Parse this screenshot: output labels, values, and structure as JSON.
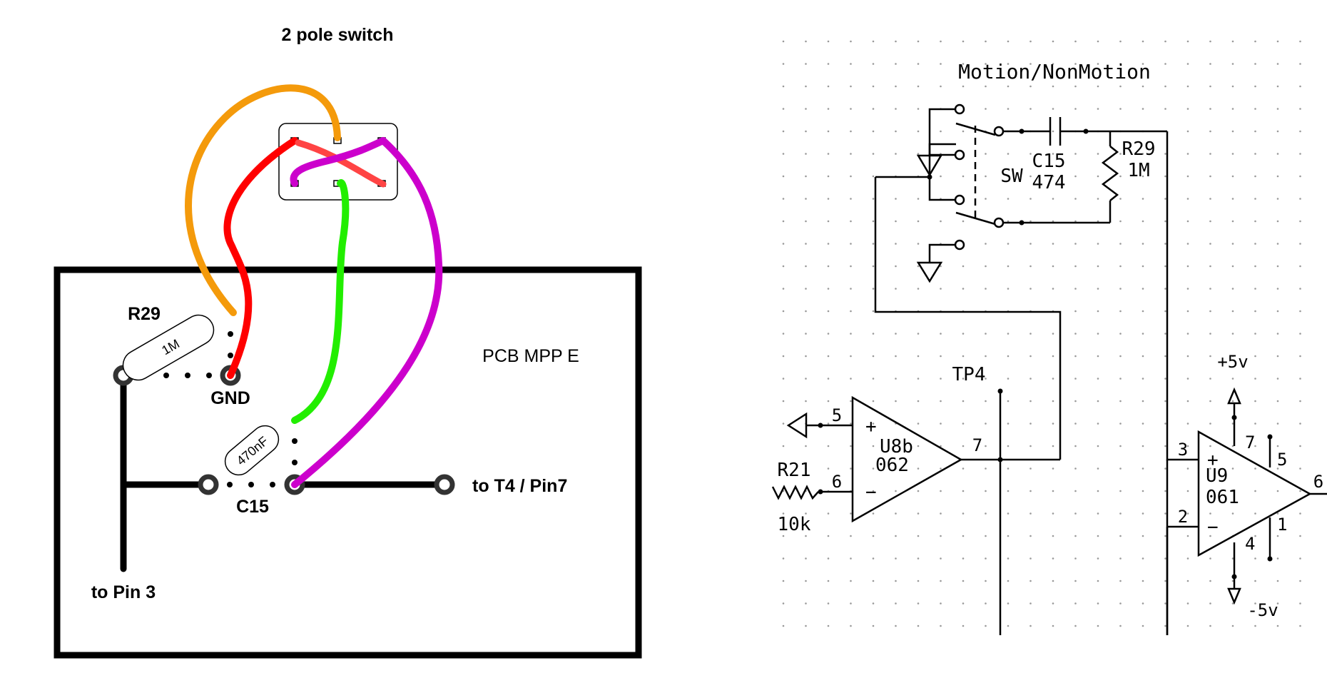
{
  "wiring": {
    "title": "2 pole switch",
    "pcb_label": "PCB MPP E",
    "r29_label": "R29",
    "r29_value": "1M",
    "c15_label": "C15",
    "c15_value": "470nF",
    "gnd_label": "GND",
    "to_pin3": "to Pin 3",
    "to_t4": "to T4 / Pin7",
    "wire_colors": {
      "orange": "#f49a0b",
      "red": "#ff0000",
      "green": "#22ee00",
      "purple": "#cc00cc",
      "pink_red": "#ff4444"
    }
  },
  "schematic": {
    "title": "Motion/NonMotion",
    "sw": "SW",
    "c15": "C15",
    "c15_value": "474",
    "r29": "R29",
    "r29_value": "1M",
    "tp4": "TP4",
    "u8_name": "U8b",
    "u8_part": "062",
    "u8_pin5": "5",
    "u8_pin6": "6",
    "u8_pin7": "7",
    "u8_plus": "+",
    "u8_minus": "−",
    "r21": "R21",
    "r21_value": "10k",
    "u9_name": "U9",
    "u9_part": "061",
    "u9_pin3": "3",
    "u9_pin2": "2",
    "u9_pin6": "6",
    "u9_pin7": "7",
    "u9_pin4": "4",
    "u9_pin5": "5",
    "u9_pin1": "1",
    "u9_plus": "+",
    "u9_minus": "−",
    "vplus": "+5v",
    "vminus": "-5v"
  }
}
